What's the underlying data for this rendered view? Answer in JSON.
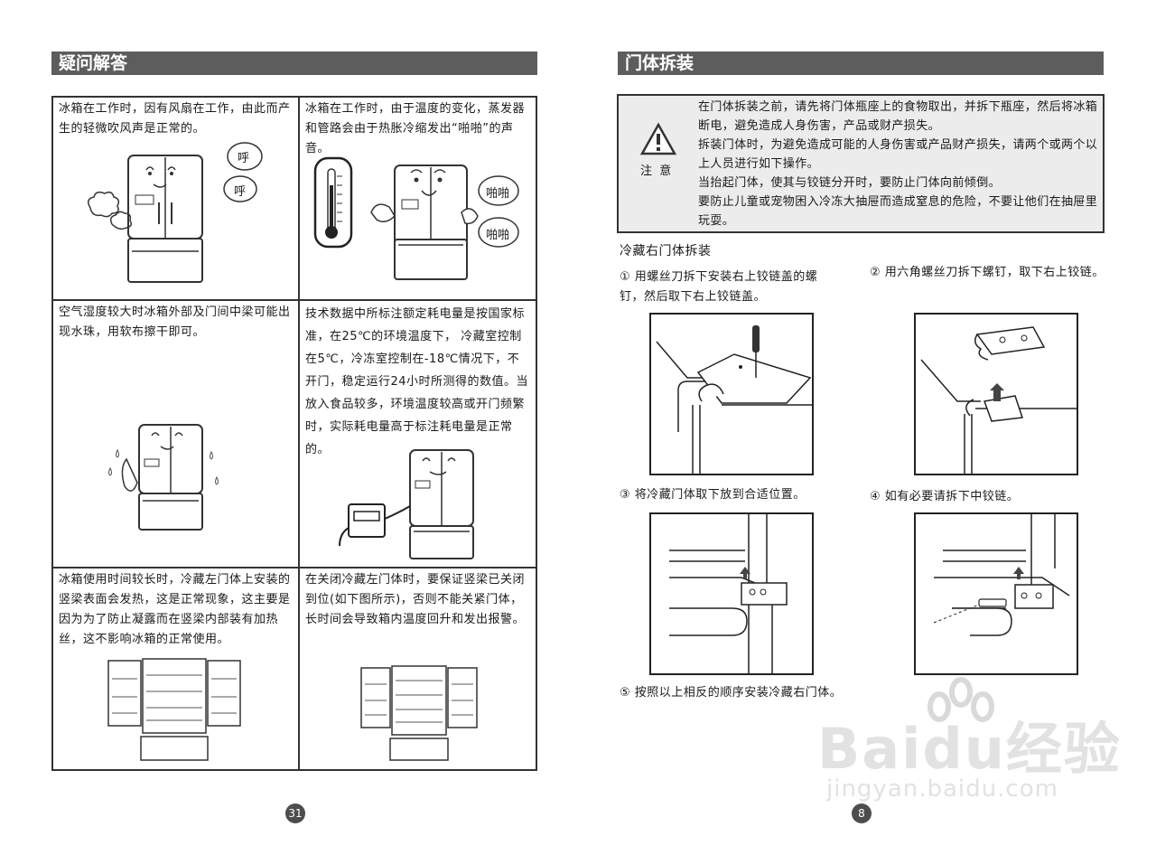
{
  "left_page": {
    "header": "疑问解答",
    "cells": [
      "冰箱在工作时，因有风扇在工作，由此而产生的轻微吹风声是正常的。",
      "冰箱在工作时，由于温度的变化，蒸发器和管路会由于热胀冷缩发出“啪啪”的声音。",
      "空气湿度较大时冰箱外部及门间中梁可能出现水珠，用软布擦干即可。",
      "技术数据中所标注额定耗电量是按国家标准，在25℃的环境温度下， 冷藏室控制在5℃，冷冻室控制在-18℃情况下，不开门，稳定运行24小时所测得的数值。当放入食品较多，环境温度较高或开门频繁时，实际耗电量高于标注耗电量是正常的。",
      "冰箱使用时间较长时，冷藏左门体上安装的竖梁表面会发热，这是正常现象，这主要是因为为了防止凝露而在竖梁内部装有加热丝，这不影响冰箱的正常使用。",
      "在关闭冷藏左门体时，要保证竖梁已关闭到位(如下图所示)，否则不能关紧门体，长时间会导致箱内温度回升和发出报警。"
    ],
    "bubble_hu": "呼",
    "bubble_pa": "啪啪",
    "page_number": "31"
  },
  "right_page": {
    "header": "门体拆装",
    "warning_label": "注  意",
    "warning_lines": [
      "在门体拆装之前，请先将门体瓶座上的食物取出，并拆下瓶座，然后将冰箱断电，避免造成人身伤害，产品或财产损失。",
      "拆装门体时，为避免造成可能的人身伤害或产品财产损失，请两个或两个以上人员进行如下操作。",
      "当抬起门体，使其与铰链分开时，要防止门体向前倾倒。",
      "要防止儿童或宠物困入冷冻大抽屉而造成窒息的危险，不要让他们在抽屉里玩耍。"
    ],
    "section_title": "冷藏右门体拆装",
    "steps": [
      "① 用螺丝刀拆下安装右上铰链盖的螺钉，然后取下右上铰链盖。",
      "② 用六角螺丝刀拆下螺钉，取下右上铰链。",
      "③ 将冷藏门体取下放到合适位置。",
      "④ 如有必要请拆下中铰链。",
      "⑤ 按照以上相反的顺序安装冷藏右门体。"
    ],
    "page_number": "8"
  },
  "watermark": {
    "main": "Baidu经验",
    "sub": "jingyan.baidu.com"
  }
}
